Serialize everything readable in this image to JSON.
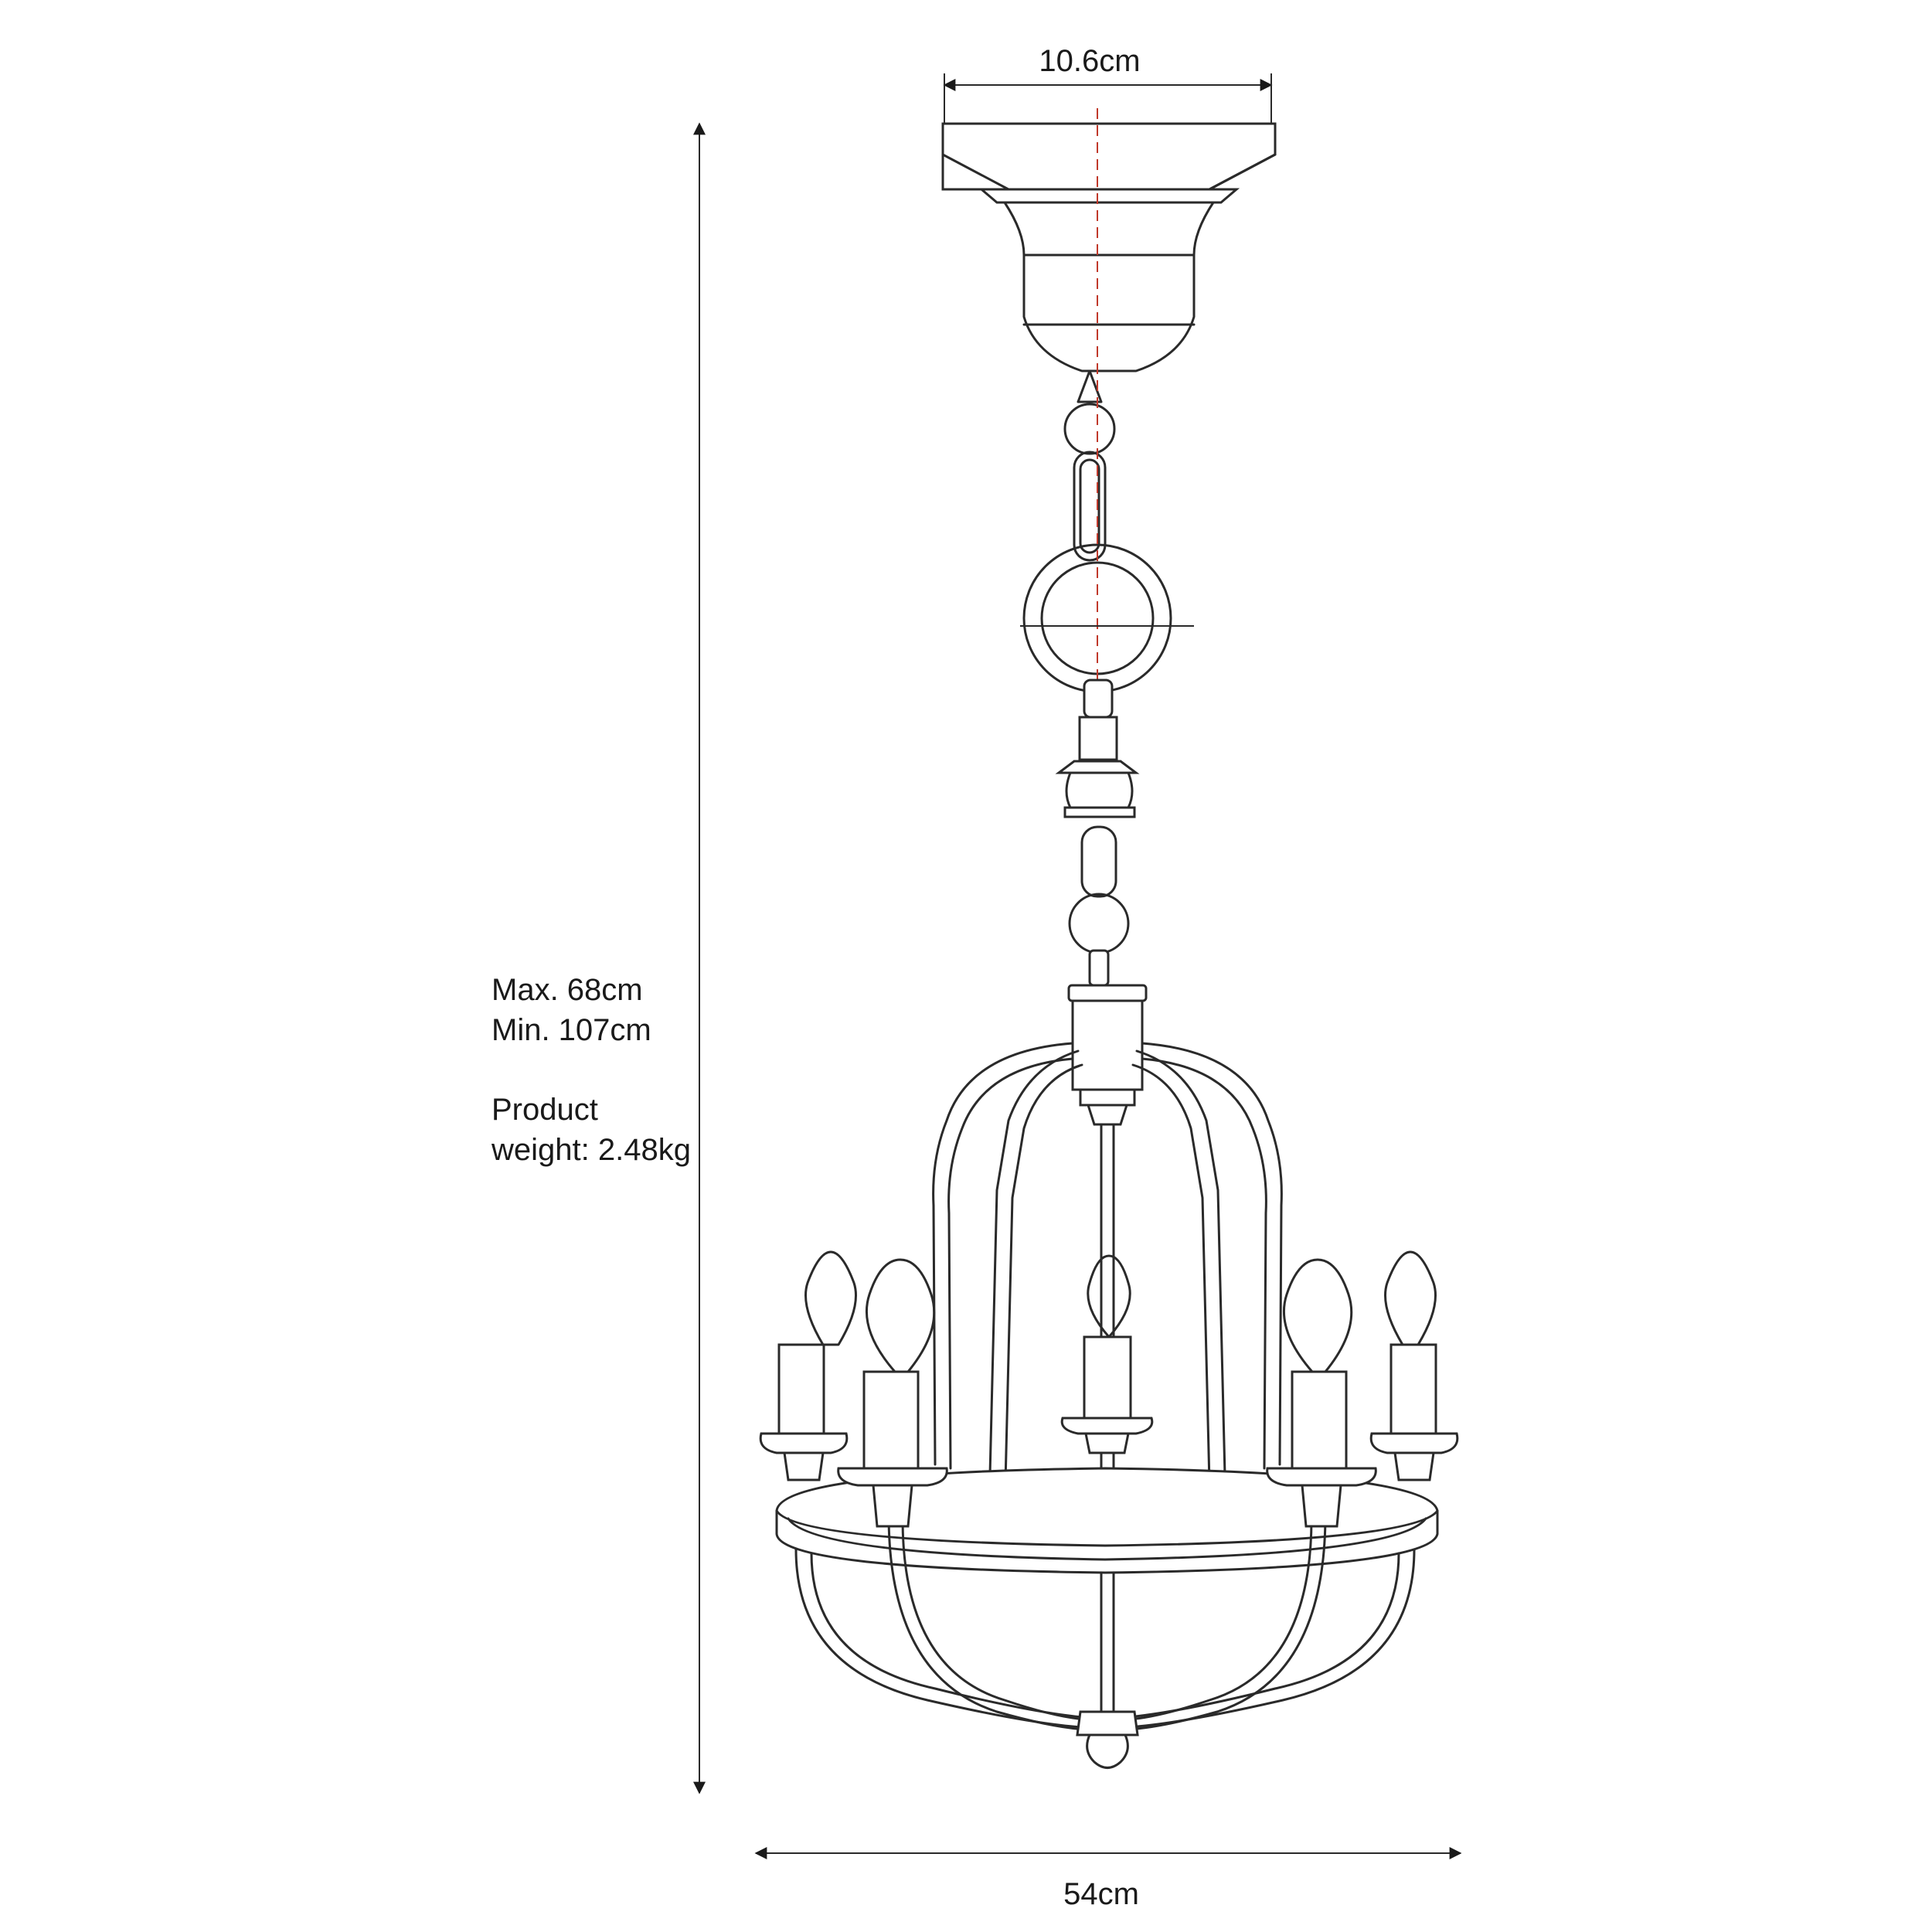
{
  "dimensions": {
    "canopy_width": "10.6cm",
    "overall_width": "54cm",
    "height_max": "Max. 68cm",
    "height_min": "Min. 107cm"
  },
  "product": {
    "weight_line1": "Product",
    "weight_line2": "weight: 2.48kg"
  },
  "colors": {
    "line": "#2a2a2a",
    "centerline": "#c0392b"
  }
}
